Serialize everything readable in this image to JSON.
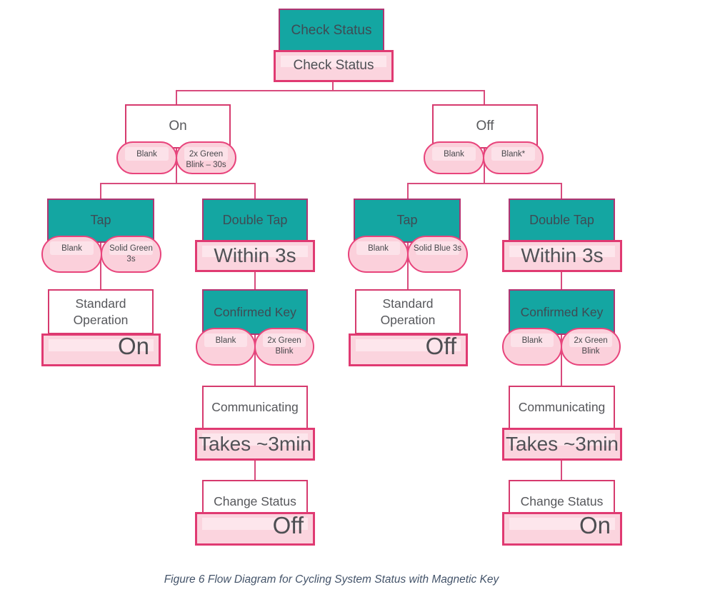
{
  "figure": {
    "caption": "Figure 6 Flow Diagram for Cycling System Status with Magnetic Key"
  },
  "palette": {
    "teal_fill": "#14a6a2",
    "teal_border": "#b13572",
    "pink_fill": "#fbd4de",
    "pink_border": "#e03a72",
    "pill_fill": "#fbd0db",
    "pill_border": "#e8447c",
    "connector": "#d84b7d",
    "text_dark": "#4f5055",
    "caption_color": "#44546a"
  },
  "root": {
    "label": "Check Status",
    "indicator": "Check Status"
  },
  "on_branch": {
    "state": "On",
    "led_blank": "Blank",
    "led_active": "2x Green Blink – 30s",
    "tap": {
      "label": "Tap",
      "led_blank": "Blank",
      "led_active": "Solid Green 3s",
      "action": "Standard Operation",
      "result": "On"
    },
    "double_tap": {
      "label": "Double Tap",
      "timing": "Within 3s",
      "confirm": "Confirmed Key",
      "led_blank": "Blank",
      "led_active": "2x Green Blink",
      "status": "Communicating",
      "duration": "Takes ~3min",
      "change": "Change Status",
      "result": "Off"
    }
  },
  "off_branch": {
    "state": "Off",
    "led_blank": "Blank",
    "led_active": "Blank*",
    "tap": {
      "label": "Tap",
      "led_blank": "Blank",
      "led_active": "Solid Blue 3s",
      "action": "Standard Operation",
      "result": "Off"
    },
    "double_tap": {
      "label": "Double Tap",
      "timing": "Within 3s",
      "confirm": "Confirmed Key",
      "led_blank": "Blank",
      "led_active": "2x Green Blink",
      "status": "Communicating",
      "duration": "Takes ~3min",
      "change": "Change Status",
      "result": "On"
    }
  }
}
